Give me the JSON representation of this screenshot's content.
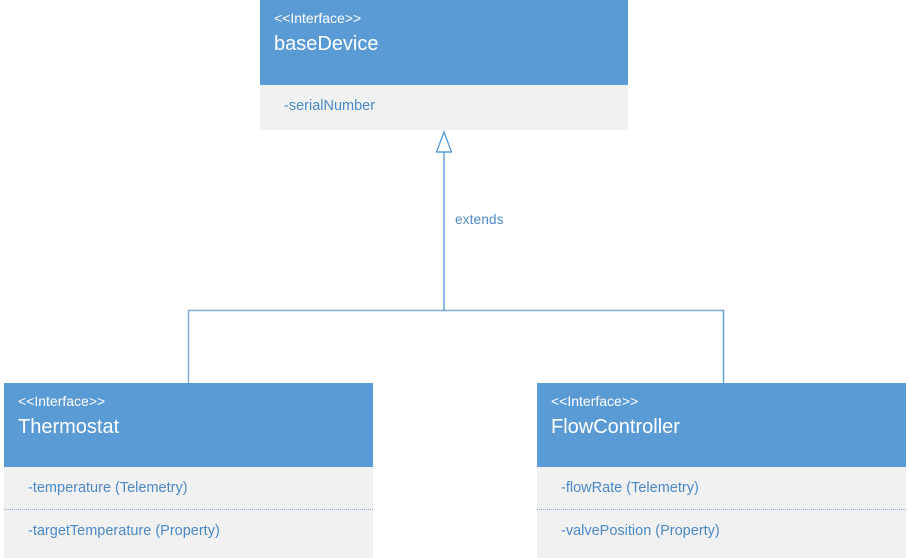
{
  "diagram": {
    "kind": "uml-class-diagram",
    "colors": {
      "header_fill": "#5B9BD5",
      "body_fill": "#F1F1F1",
      "header_text": "#FFFFFF",
      "attribute_text": "#4A89C8",
      "connector": "#5B9BD5",
      "separator": "#7FA9D6",
      "canvas": "#FFFFFF"
    },
    "classes": [
      {
        "id": "baseDevice",
        "stereotype": "<<Interface>>",
        "name": "baseDevice",
        "attributes": [
          {
            "text": "-serialNumber"
          }
        ]
      },
      {
        "id": "Thermostat",
        "stereotype": "<<Interface>>",
        "name": "Thermostat",
        "attributes": [
          {
            "text": "-temperature (Telemetry)"
          },
          {
            "text": "-targetTemperature (Property)"
          }
        ]
      },
      {
        "id": "FlowController",
        "stereotype": "<<Interface>>",
        "name": "FlowController",
        "attributes": [
          {
            "text": "-flowRate (Telemetry)"
          },
          {
            "text": "-valvePosition (Property)"
          }
        ]
      }
    ],
    "relationships": [
      {
        "id": "extends-relation",
        "type": "generalization",
        "label": "extends",
        "arrowhead": "hollow-triangle",
        "target": "baseDevice",
        "sources": [
          "Thermostat",
          "FlowController"
        ]
      }
    ]
  }
}
